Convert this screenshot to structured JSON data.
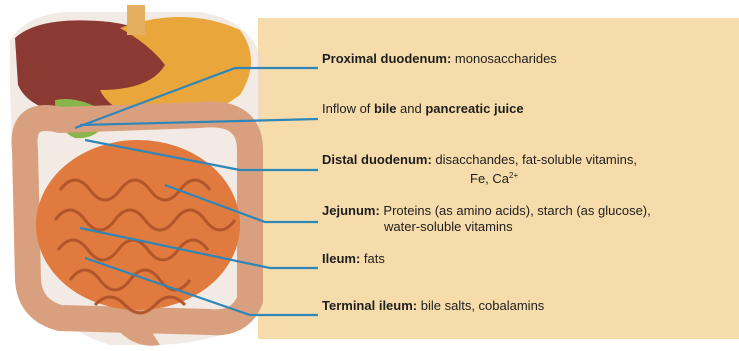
{
  "labels": [
    {
      "bold": "Proximal duodenum:",
      "text": " monosaccharides"
    },
    {
      "pre": "Inflow of ",
      "bold": "bile",
      "mid": " and ",
      "bold2": "pancreatic juice"
    },
    {
      "bold": "Distal duodenum:",
      "text": " disacchandes, fat-soluble vitamins,",
      "cont": "Fe, Ca",
      "sup": "2+"
    },
    {
      "bold": "Jejunum:",
      "text": " Proteins (as amino acids), starch (as glucose),",
      "cont": "water-soluble vitamins"
    },
    {
      "bold": "Ileum:",
      "text": " fats"
    },
    {
      "bold": "Terminal ileum:",
      "text": " bile salts, cobalamins"
    }
  ],
  "colors": {
    "panel": "#f7dcab",
    "leader": "#2f86b8",
    "intestine": "#e07a3e",
    "liver": "#8a3a32",
    "stomach": "#e9a63a",
    "colon": "#d9a07f"
  },
  "icons": [
    "digestive-tract-illustration"
  ]
}
